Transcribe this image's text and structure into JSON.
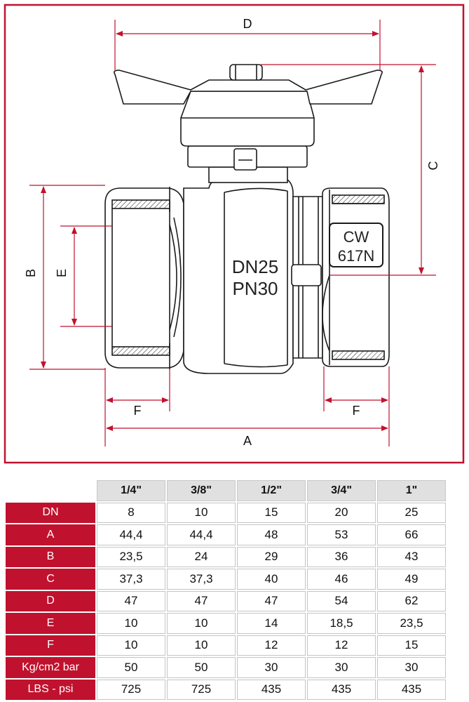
{
  "drawing": {
    "labels": {
      "D": "D",
      "C": "C",
      "B": "B",
      "E": "E",
      "F_left": "F",
      "F_right": "F",
      "A": "A"
    },
    "body_stamp": [
      "DN25",
      "PN30"
    ],
    "material_stamp": [
      "CW",
      "617N"
    ],
    "colors": {
      "frame": "#c0122e",
      "dimension": "#c0122e",
      "outline": "#1a1a1a"
    }
  },
  "table": {
    "columns": [
      "1/4\"",
      "3/8\"",
      "1/2\"",
      "3/4\"",
      "1\""
    ],
    "rows": [
      {
        "label": "DN",
        "values": [
          "8",
          "10",
          "15",
          "20",
          "25"
        ]
      },
      {
        "label": "A",
        "values": [
          "44,4",
          "44,4",
          "48",
          "53",
          "66"
        ]
      },
      {
        "label": "B",
        "values": [
          "23,5",
          "24",
          "29",
          "36",
          "43"
        ]
      },
      {
        "label": "C",
        "values": [
          "37,3",
          "37,3",
          "40",
          "46",
          "49"
        ]
      },
      {
        "label": "D",
        "values": [
          "47",
          "47",
          "47",
          "54",
          "62"
        ]
      },
      {
        "label": "E",
        "values": [
          "10",
          "10",
          "14",
          "18,5",
          "23,5"
        ]
      },
      {
        "label": "F",
        "values": [
          "10",
          "10",
          "12",
          "12",
          "15"
        ]
      },
      {
        "label": "Kg/cm2 bar",
        "values": [
          "50",
          "50",
          "30",
          "30",
          "30"
        ]
      },
      {
        "label": "LBS - psi",
        "values": [
          "725",
          "725",
          "435",
          "435",
          "435"
        ]
      }
    ],
    "colors": {
      "row_header": "#c0122e",
      "column_header": "#e0e0e0"
    }
  }
}
